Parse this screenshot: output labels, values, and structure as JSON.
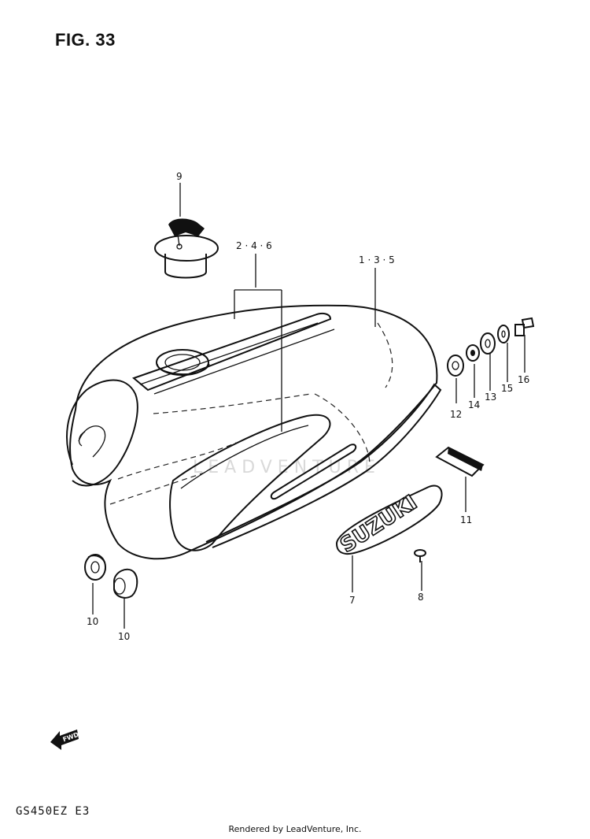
{
  "figure": {
    "title": "FIG. 33",
    "model_code": "GS450EZ E3",
    "footer": "Rendered by LeadVenture, Inc.",
    "watermark": "LEADVENTURE"
  },
  "callouts": {
    "c9": "9",
    "c246": "2 · 4 · 6",
    "c135": "1 · 3 · 5",
    "c12": "12",
    "c14": "14",
    "c13": "13",
    "c15": "15",
    "c16": "16",
    "c11": "11",
    "c7": "7",
    "c8": "8",
    "c10a": "10",
    "c10b": "10"
  },
  "emblem": {
    "brand_text": "SUZUKI"
  },
  "fwd_arrow": {
    "label": "FWD"
  },
  "colors": {
    "ink": "#111111",
    "paper": "#ffffff",
    "watermark": "#d9d9d9"
  }
}
